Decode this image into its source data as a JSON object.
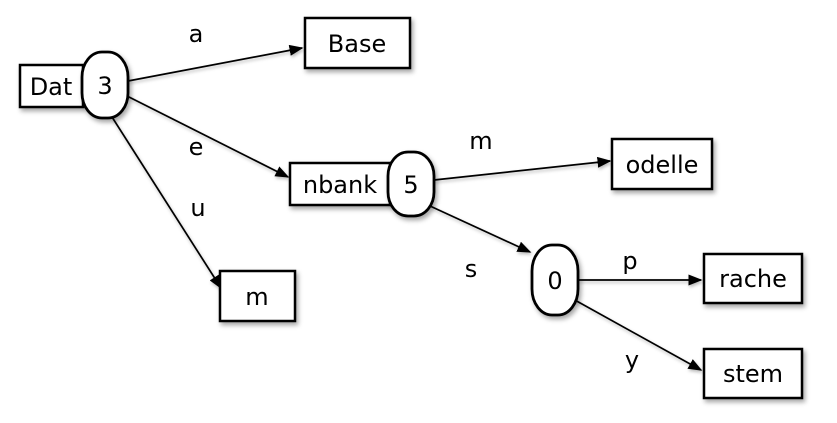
{
  "diagram": {
    "type": "radix-tree",
    "colors": {
      "background": "#ffffff",
      "shape_fill": "#ffffff",
      "stroke": "#000000",
      "text": "#000000"
    },
    "nodes": {
      "root_prefix": {
        "label": "Dat",
        "shape": "rect"
      },
      "root_value": {
        "label": "3",
        "shape": "pill"
      },
      "base": {
        "label": "Base",
        "shape": "rect"
      },
      "nbank": {
        "label": "nbank",
        "shape": "rect"
      },
      "nbank_value": {
        "label": "5",
        "shape": "pill"
      },
      "m_leaf": {
        "label": "m",
        "shape": "rect"
      },
      "odelle": {
        "label": "odelle",
        "shape": "rect"
      },
      "zero_value": {
        "label": "0",
        "shape": "pill"
      },
      "rache": {
        "label": "rache",
        "shape": "rect"
      },
      "stem": {
        "label": "stem",
        "shape": "rect"
      }
    },
    "edges": {
      "a": {
        "label": "a",
        "from": "3",
        "to": "Base"
      },
      "e": {
        "label": "e",
        "from": "3",
        "to": "nbank"
      },
      "u": {
        "label": "u",
        "from": "3",
        "to": "m"
      },
      "m": {
        "label": "m",
        "from": "5",
        "to": "odelle"
      },
      "s": {
        "label": "s",
        "from": "5",
        "to": "0"
      },
      "p": {
        "label": "p",
        "from": "0",
        "to": "rache"
      },
      "y": {
        "label": "y",
        "from": "0",
        "to": "stem"
      }
    }
  }
}
